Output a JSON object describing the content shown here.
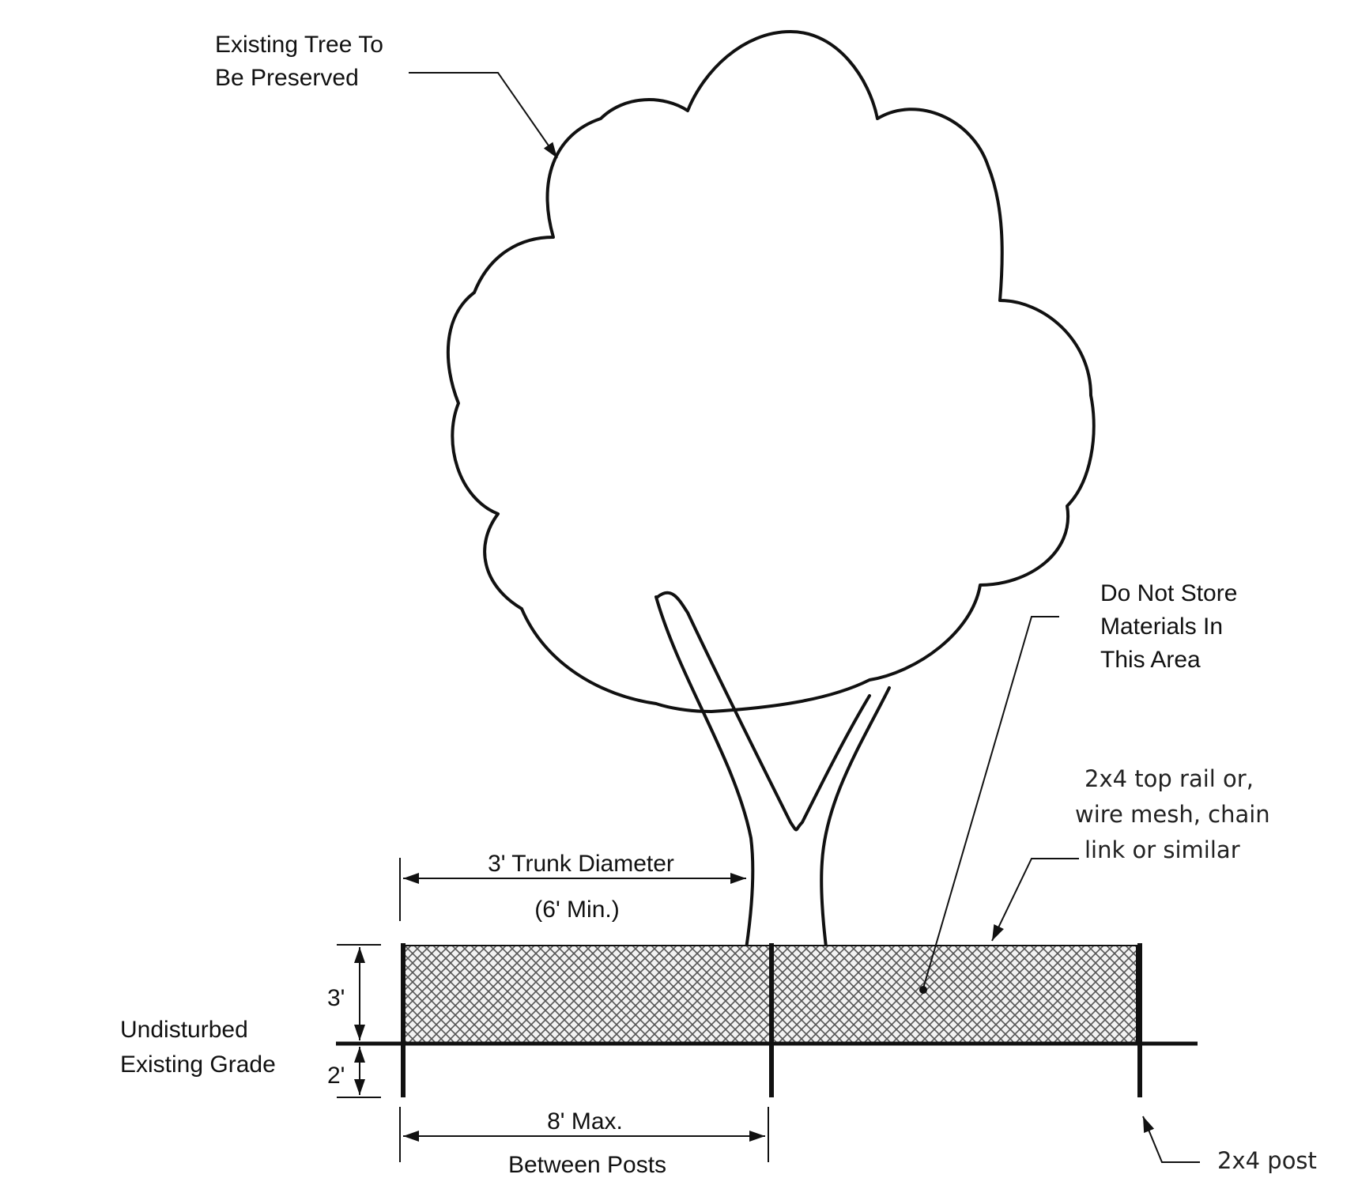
{
  "labels": {
    "tree": [
      "Existing Tree To",
      "Be Preserved"
    ],
    "storage": [
      "Do Not Store",
      "Materials In",
      "This Area"
    ],
    "rail": [
      "2x4 top rail or,",
      "wire mesh, chain",
      "link or similar"
    ],
    "dripline_top": "3' Trunk Diameter",
    "dripline_min": "(6' Min.)",
    "height_above": "3'",
    "height_below": "2'",
    "grade": [
      "Undisturbed",
      "Existing Grade"
    ],
    "spacing_top": "8' Max.",
    "spacing_bottom": "Between Posts",
    "post": "2x4 post"
  },
  "colors": {
    "line": "#111111",
    "mesh": "#555555",
    "mesh_fill": "#f2f2f2"
  }
}
